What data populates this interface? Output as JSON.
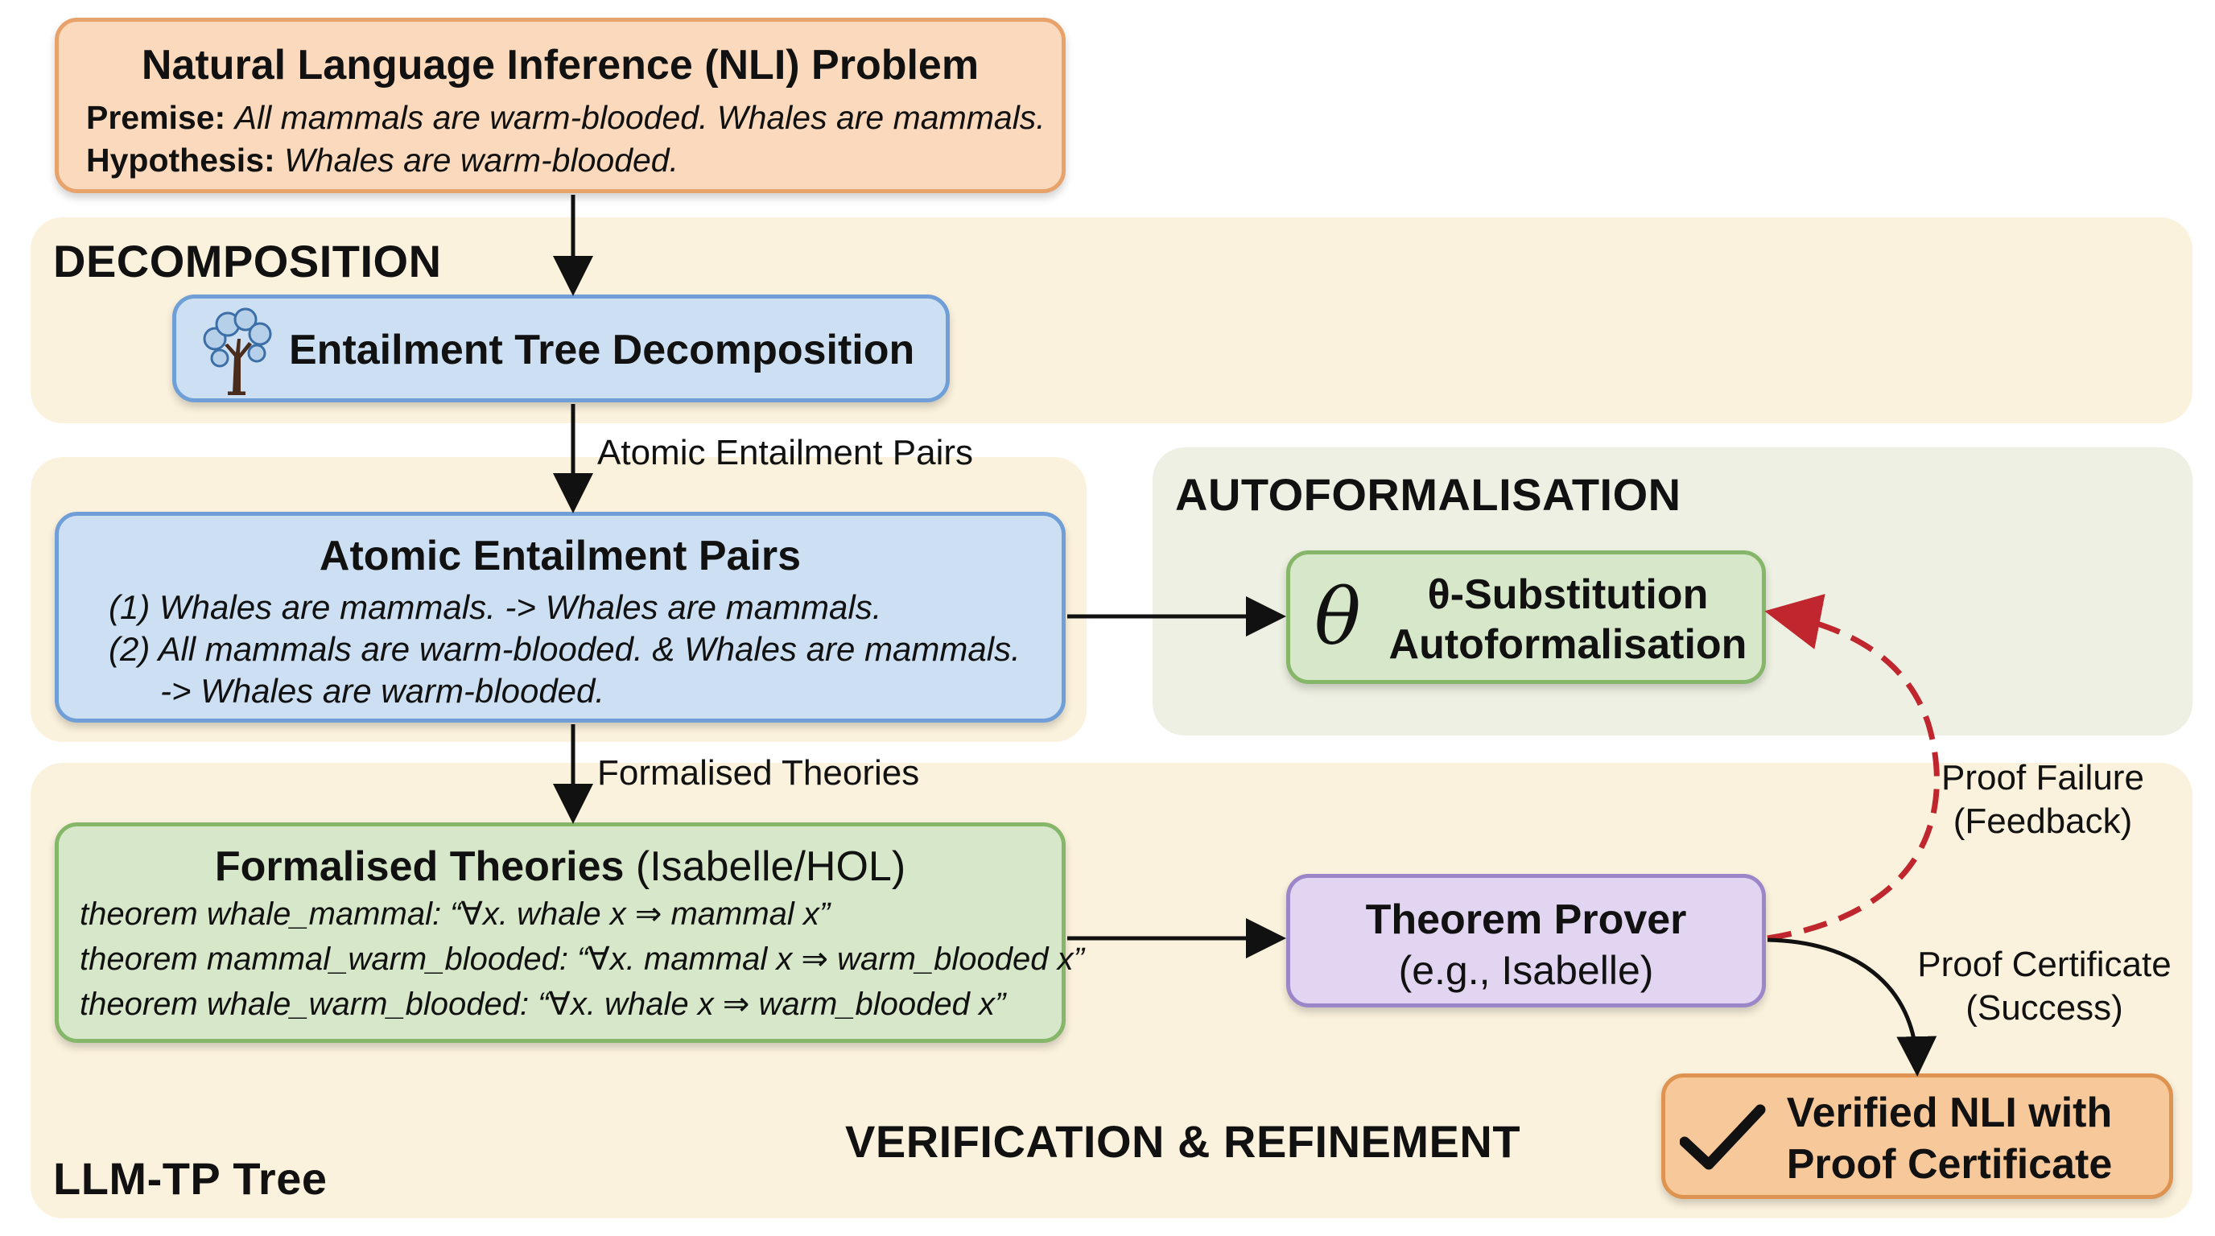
{
  "nli_box": {
    "title": "Natural Language Inference (NLI) Problem",
    "premise_label": "Premise:",
    "premise_text": "All mammals are warm-blooded. Whales are mammals.",
    "hypothesis_label": "Hypothesis:",
    "hypothesis_text": "Whales are warm-blooded."
  },
  "decomposition": {
    "title": "DECOMPOSITION",
    "box_label": "Entailment Tree Decomposition",
    "icon": "tree-icon"
  },
  "atomic": {
    "arrow_label": "Atomic Entailment Pairs",
    "title": "Atomic Entailment Pairs",
    "lines": [
      "(1) Whales are mammals. -> Whales are mammals.",
      "(2) All mammals are warm-blooded. & Whales are mammals.",
      "-> Whales are warm-blooded."
    ]
  },
  "autoformalisation": {
    "title": "AUTOFORMALISATION",
    "symbol": "θ",
    "line1": "θ-Substitution",
    "line2": "Autoformalisation"
  },
  "formalised": {
    "arrow_label": "Formalised Theories",
    "title_bold": "Formalised Theories",
    "title_rest": "(Isabelle/HOL)",
    "theorems": [
      "theorem whale_mammal: “∀x. whale x ⇒ mammal x”",
      "theorem mammal_warm_blooded: “∀x. mammal x ⇒ warm_blooded x”",
      "theorem whale_warm_blooded: “∀x. whale x ⇒ warm_blooded x”"
    ]
  },
  "prover": {
    "title": "Theorem Prover",
    "subtitle": "(e.g., Isabelle)"
  },
  "feedback": {
    "line1": "Proof Failure",
    "line2": "(Feedback)"
  },
  "success": {
    "line1": "Proof Certificate",
    "line2": "(Success)"
  },
  "verified": {
    "icon": "checkmark-icon",
    "line1": "Verified NLI with",
    "line2": "Proof Certificate"
  },
  "verification": {
    "title": "VERIFICATION & REFINEMENT",
    "footer": "LLM-TP Tree"
  },
  "colors": {
    "panel_cream": "#fbf2dd",
    "panel_green": "#edf0e2",
    "feedback_arrow": "#c0262d"
  }
}
